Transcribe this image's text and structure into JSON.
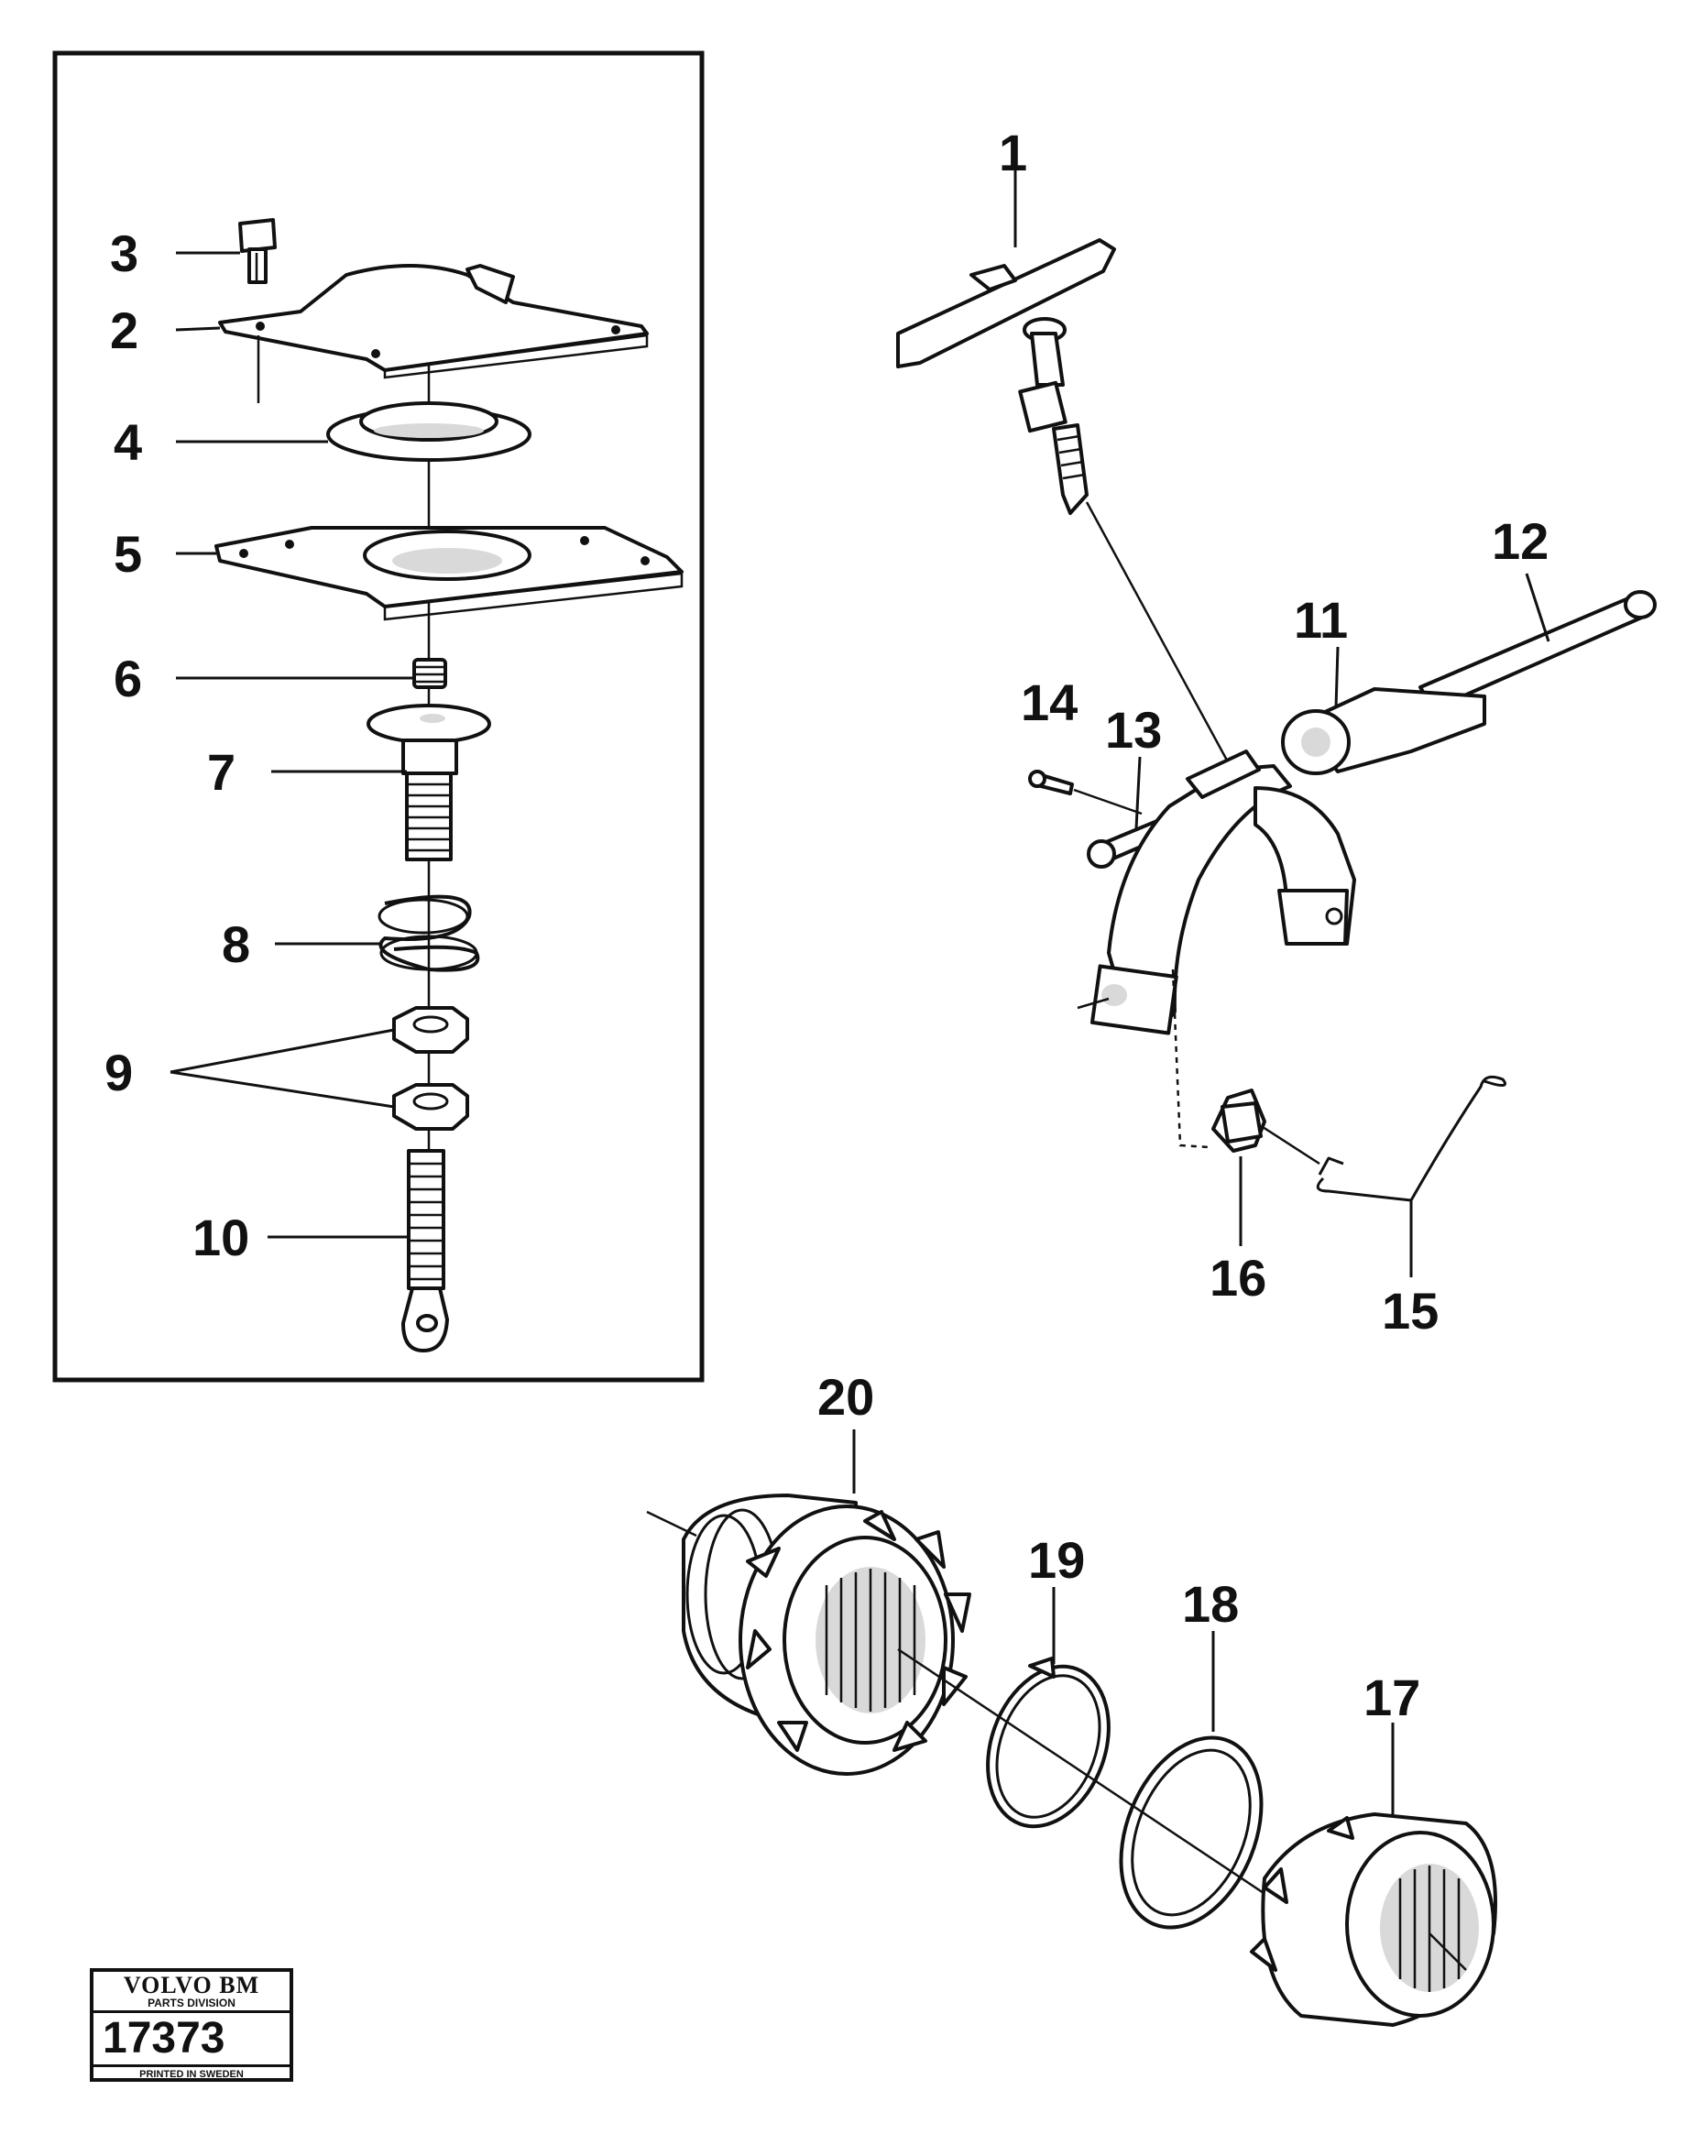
{
  "callouts": {
    "c1": "1",
    "c2": "2",
    "c3": "3",
    "c4": "4",
    "c5": "5",
    "c6": "6",
    "c7": "7",
    "c8": "8",
    "c9": "9",
    "c10": "10",
    "c11": "11",
    "c12": "12",
    "c13": "13",
    "c14": "14",
    "c15": "15",
    "c16": "16",
    "c17": "17",
    "c18": "18",
    "c19": "19",
    "c20": "20"
  },
  "stamp": {
    "brand": "VOLVO BM",
    "division": "PARTS DIVISION",
    "code": "17373",
    "printed": "PRINTED IN SWEDEN"
  }
}
